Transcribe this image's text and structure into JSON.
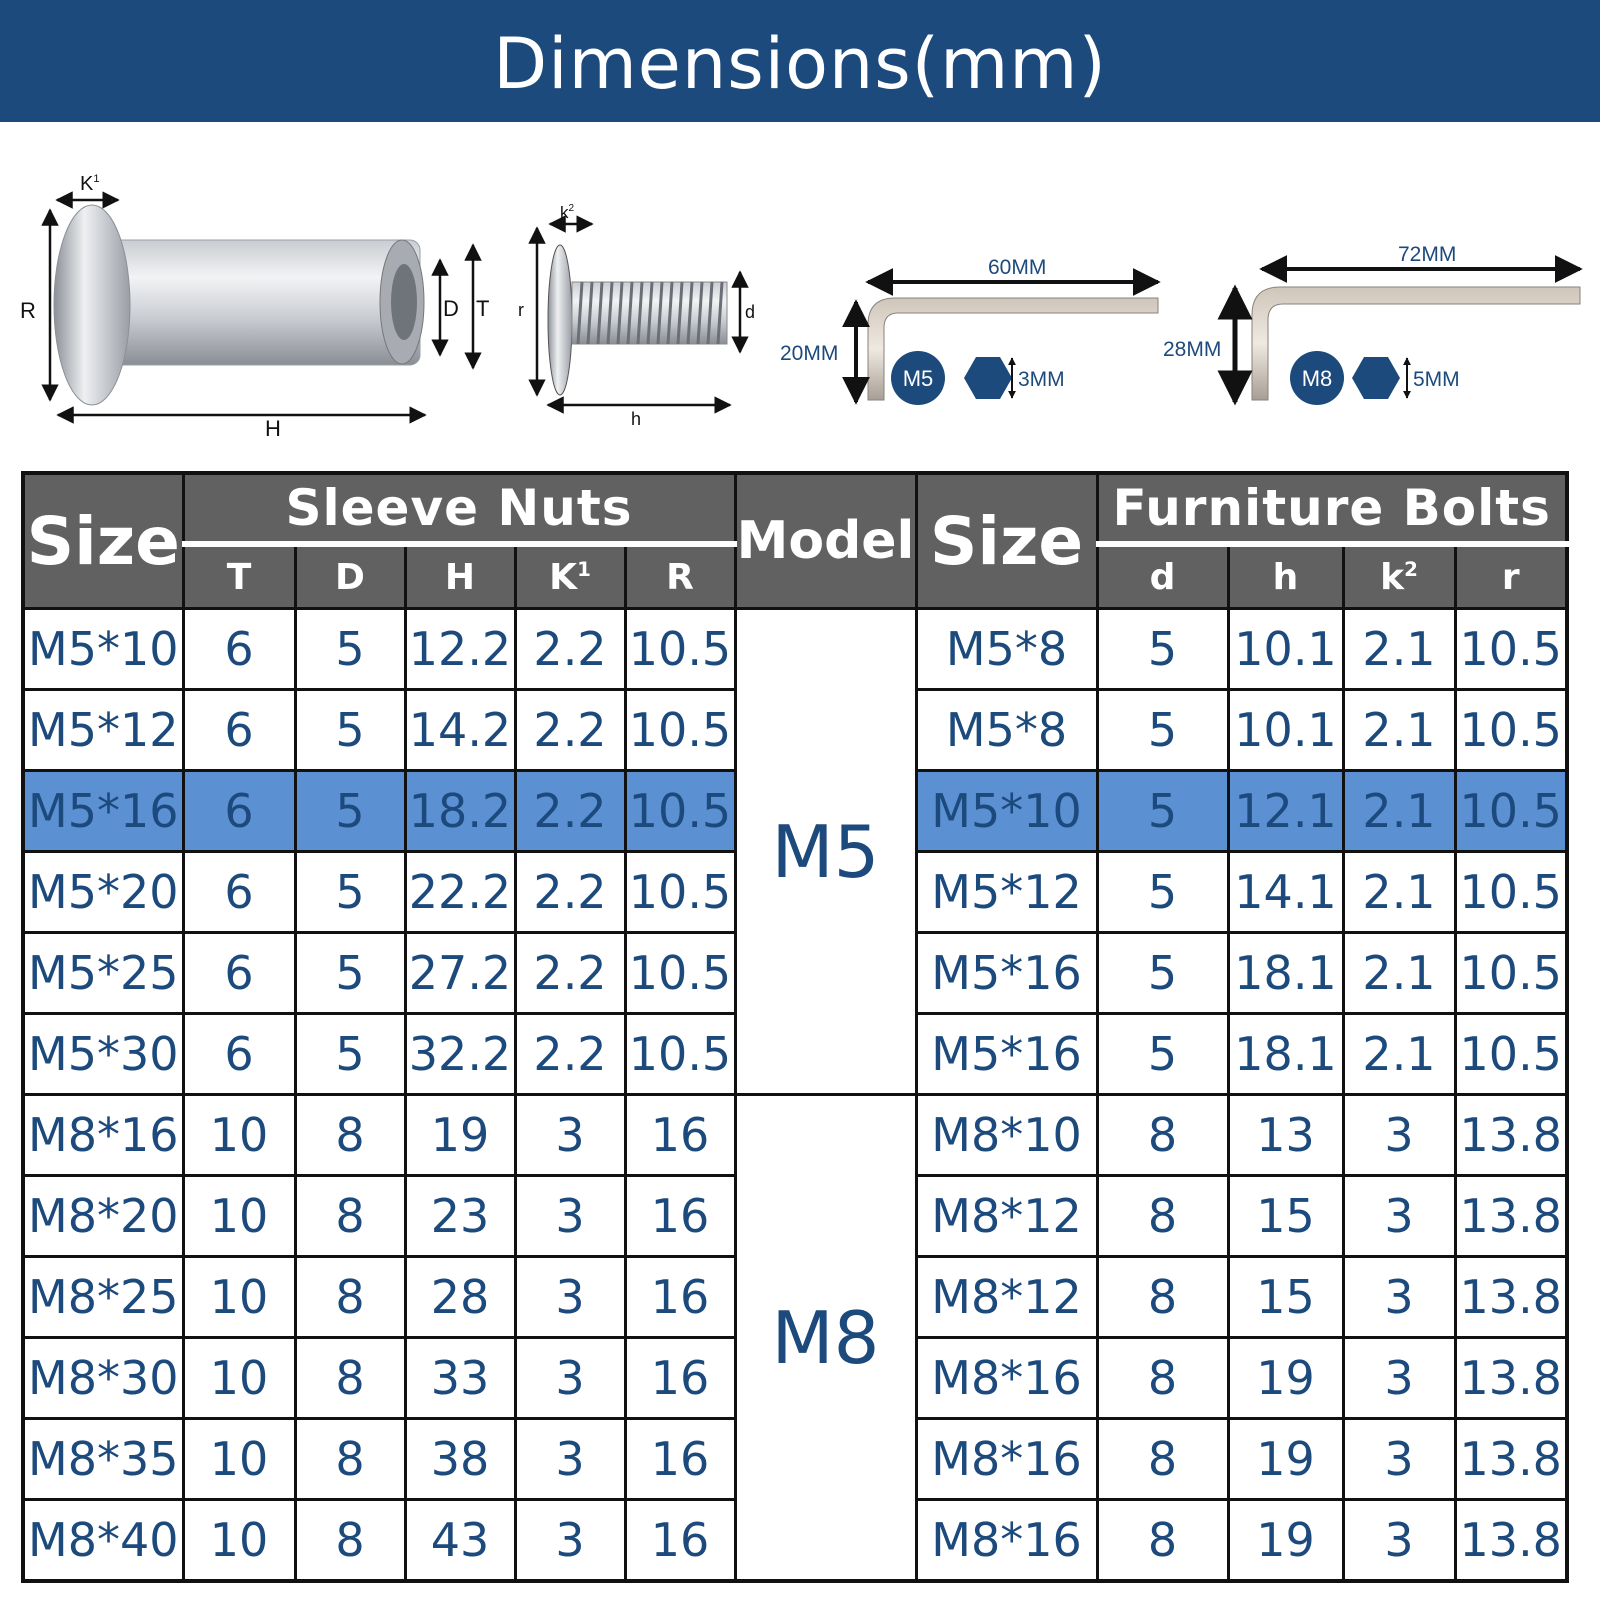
{
  "title": "Dimensions(mm)",
  "diagram": {
    "sleeve_nut_labels": {
      "k": "K",
      "k_sup": "1",
      "r": "R",
      "d": "D",
      "t": "T",
      "h": "H"
    },
    "bolt_labels": {
      "k": "k",
      "k_sup": "2",
      "r": "r",
      "d": "d",
      "h": "h"
    },
    "wrench_m5": {
      "length": "60MM",
      "height": "20MM",
      "size": "M5",
      "hex": "3MM"
    },
    "wrench_m8": {
      "length": "72MM",
      "height": "28MM",
      "size": "M8",
      "hex": "5MM"
    }
  },
  "table": {
    "size_header": "Size",
    "model_header": "Model",
    "sleeve_nuts_header": "Sleeve Nuts",
    "furniture_bolts_header": "Furniture Bolts",
    "nut_columns": [
      {
        "label": "T",
        "sup": ""
      },
      {
        "label": "D",
        "sup": ""
      },
      {
        "label": "H",
        "sup": ""
      },
      {
        "label": "K",
        "sup": "1"
      },
      {
        "label": "R",
        "sup": ""
      }
    ],
    "bolt_columns": [
      {
        "label": "d",
        "sup": ""
      },
      {
        "label": "h",
        "sup": ""
      },
      {
        "label": "k",
        "sup": "2"
      },
      {
        "label": "r",
        "sup": ""
      }
    ],
    "models": [
      {
        "label": "M5",
        "rowspan": 6
      },
      {
        "label": "M8",
        "rowspan": 6
      }
    ],
    "highlight_color": "#5b90d3",
    "rows": [
      {
        "nut": [
          "M5*10",
          "6",
          "5",
          "12.2",
          "2.2",
          "10.5"
        ],
        "bolt": [
          "M5*8",
          "5",
          "10.1",
          "2.1",
          "10.5"
        ],
        "highlight": false
      },
      {
        "nut": [
          "M5*12",
          "6",
          "5",
          "14.2",
          "2.2",
          "10.5"
        ],
        "bolt": [
          "M5*8",
          "5",
          "10.1",
          "2.1",
          "10.5"
        ],
        "highlight": false
      },
      {
        "nut": [
          "M5*16",
          "6",
          "5",
          "18.2",
          "2.2",
          "10.5"
        ],
        "bolt": [
          "M5*10",
          "5",
          "12.1",
          "2.1",
          "10.5"
        ],
        "highlight": true
      },
      {
        "nut": [
          "M5*20",
          "6",
          "5",
          "22.2",
          "2.2",
          "10.5"
        ],
        "bolt": [
          "M5*12",
          "5",
          "14.1",
          "2.1",
          "10.5"
        ],
        "highlight": false
      },
      {
        "nut": [
          "M5*25",
          "6",
          "5",
          "27.2",
          "2.2",
          "10.5"
        ],
        "bolt": [
          "M5*16",
          "5",
          "18.1",
          "2.1",
          "10.5"
        ],
        "highlight": false
      },
      {
        "nut": [
          "M5*30",
          "6",
          "5",
          "32.2",
          "2.2",
          "10.5"
        ],
        "bolt": [
          "M5*16",
          "5",
          "18.1",
          "2.1",
          "10.5"
        ],
        "highlight": false
      },
      {
        "nut": [
          "M8*16",
          "10",
          "8",
          "19",
          "3",
          "16"
        ],
        "bolt": [
          "M8*10",
          "8",
          "13",
          "3",
          "13.8"
        ],
        "highlight": false
      },
      {
        "nut": [
          "M8*20",
          "10",
          "8",
          "23",
          "3",
          "16"
        ],
        "bolt": [
          "M8*12",
          "8",
          "15",
          "3",
          "13.8"
        ],
        "highlight": false
      },
      {
        "nut": [
          "M8*25",
          "10",
          "8",
          "28",
          "3",
          "16"
        ],
        "bolt": [
          "M8*12",
          "8",
          "15",
          "3",
          "13.8"
        ],
        "highlight": false
      },
      {
        "nut": [
          "M8*30",
          "10",
          "8",
          "33",
          "3",
          "16"
        ],
        "bolt": [
          "M8*16",
          "8",
          "19",
          "3",
          "13.8"
        ],
        "highlight": false
      },
      {
        "nut": [
          "M8*35",
          "10",
          "8",
          "38",
          "3",
          "16"
        ],
        "bolt": [
          "M8*16",
          "8",
          "19",
          "3",
          "13.8"
        ],
        "highlight": false
      },
      {
        "nut": [
          "M8*40",
          "10",
          "8",
          "43",
          "3",
          "16"
        ],
        "bolt": [
          "M8*16",
          "8",
          "19",
          "3",
          "13.8"
        ],
        "highlight": false
      }
    ]
  }
}
